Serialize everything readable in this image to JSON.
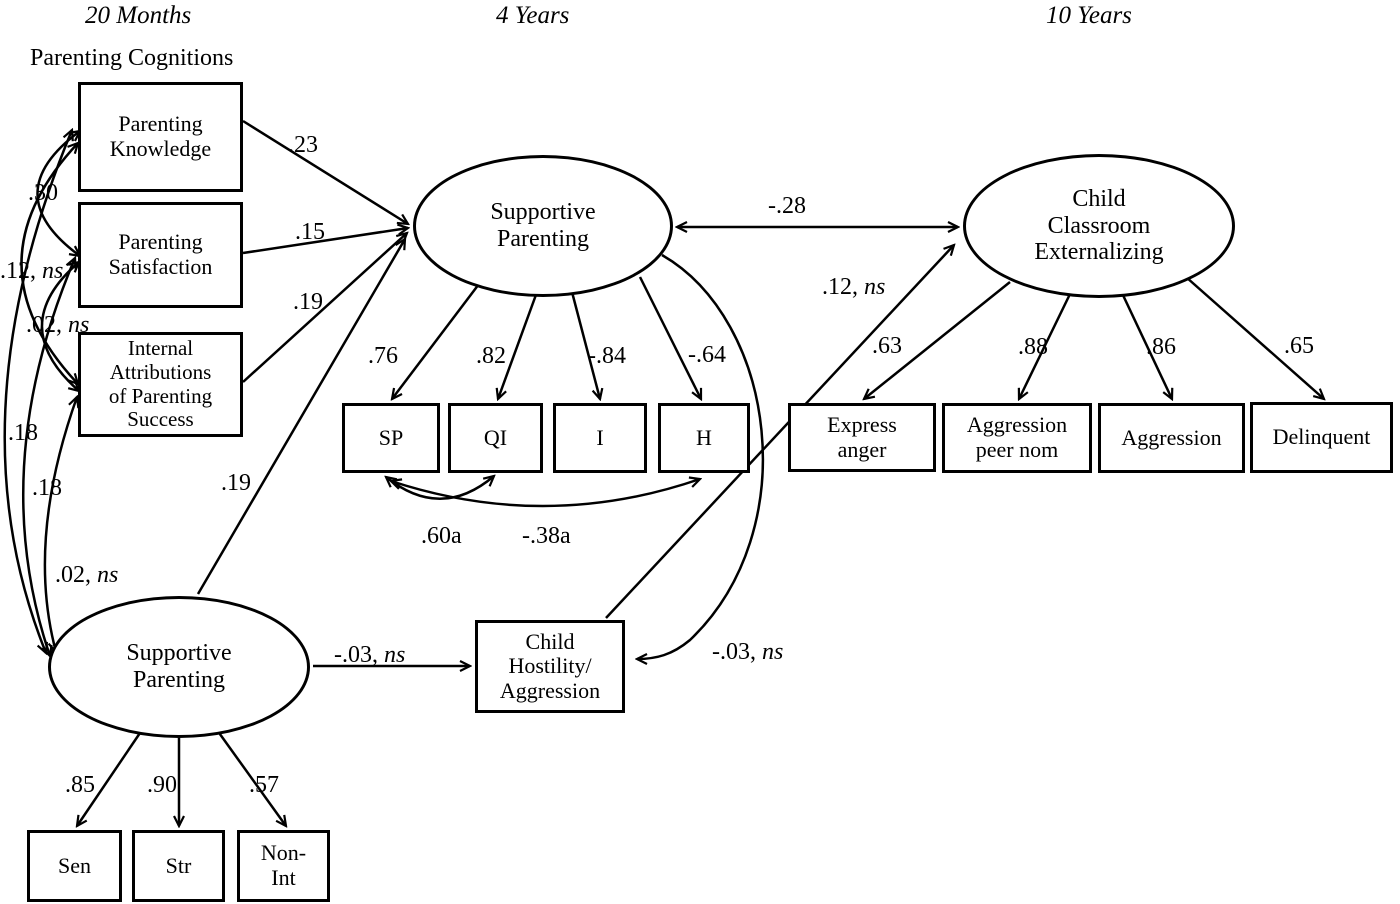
{
  "figure": {
    "timepoint_20_months": "20 Months",
    "timepoint_4_years": "4 Years",
    "timepoint_10_years": "10 Years",
    "section_label": "Parenting Cognitions"
  },
  "latents": {
    "supportive_parenting_4y": "Supportive\nParenting",
    "child_classroom_externalizing": "Child\nClassroom\nExternalizing",
    "supportive_parenting_20m": "Supportive\nParenting"
  },
  "observed": {
    "parenting_knowledge": "Parenting\nKnowledge",
    "parenting_satisfaction": "Parenting\nSatisfaction",
    "internal_attributions": "Internal\nAttributions\nof Parenting\nSuccess",
    "sp": "SP",
    "qi": "QI",
    "i": "I",
    "h": "H",
    "express_anger": "Express\nanger",
    "aggression_peer_nom": "Aggression\npeer nom",
    "aggression": "Aggression",
    "delinquent": "Delinquent",
    "child_hostility": "Child\nHostility/\nAggression",
    "sen": "Sen",
    "str": "Str",
    "non_int": "Non-\nInt"
  },
  "coefficients": {
    "pk_to_sp4": {
      "v": ".23"
    },
    "ps_to_sp4": {
      "v": ".15"
    },
    "ia_to_sp4": {
      "v": ".19"
    },
    "sp20_to_sp4": {
      "v": ".19"
    },
    "sp4_cce": {
      "v": "-.28"
    },
    "cha_to_cce": {
      "v": ".12, ",
      "s": "ns"
    },
    "sp20_to_cha": {
      "v": "-.03, ",
      "s": "ns"
    },
    "sp4_to_cha": {
      "v": "-.03, ",
      "s": "ns"
    },
    "corr_pk_ps": {
      "v": ".30"
    },
    "corr_pk_ia": {
      "v": ".12, ",
      "s": "ns"
    },
    "corr_ps_ia": {
      "v": ".02, ",
      "s": "ns"
    },
    "corr_pk_sp20": {
      "v": ".18"
    },
    "corr_ps_sp20": {
      "v": ".18"
    },
    "corr_ia_sp20": {
      "v": ".02, ",
      "s": "ns"
    },
    "corr_sp_qi": {
      "v": ".60a"
    },
    "corr_sp_h": {
      "v": "-.38a"
    },
    "load_sp4_sp": {
      "v": ".76"
    },
    "load_sp4_qi": {
      "v": ".82"
    },
    "load_sp4_i": {
      "v": "-.84"
    },
    "load_sp4_h": {
      "v": "-.64"
    },
    "load_cce_express": {
      "v": ".63"
    },
    "load_cce_aggnom": {
      "v": ".88"
    },
    "load_cce_agg": {
      "v": ".86"
    },
    "load_cce_del": {
      "v": ".65"
    },
    "load_sp20_sen": {
      "v": ".85"
    },
    "load_sp20_str": {
      "v": ".90"
    },
    "load_sp20_nonint": {
      "v": ".57"
    }
  },
  "colors": {
    "line": "#000000",
    "background": "#ffffff"
  }
}
